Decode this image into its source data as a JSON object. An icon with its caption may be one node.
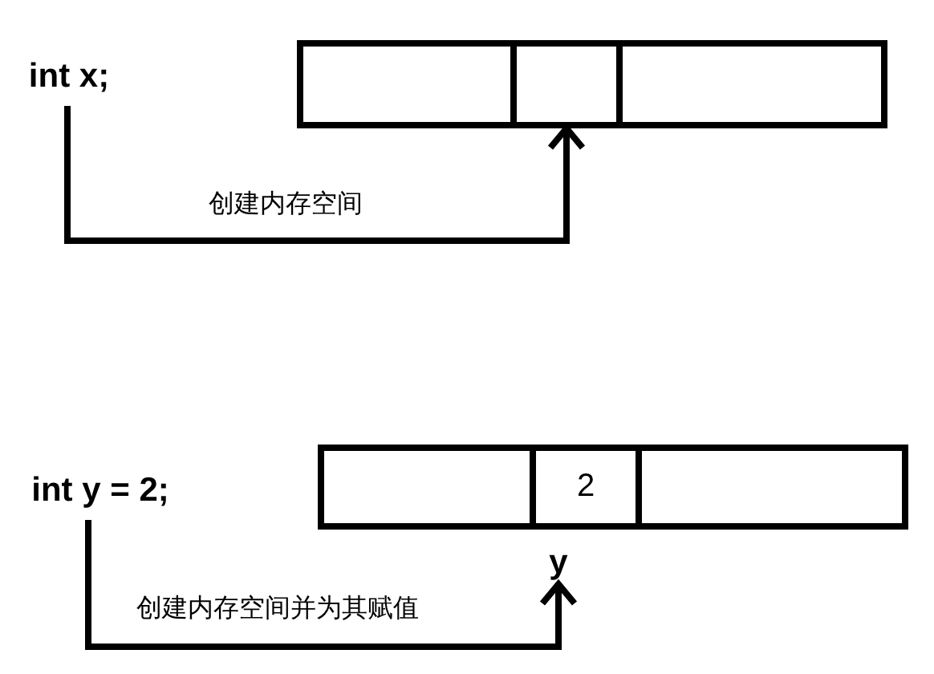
{
  "diagram": {
    "nodes": [
      {
        "text": [
          "int x;"
        ]
      },
      {
        "text": [],
        "shape": "box"
      },
      {
        "text": [],
        "shape": "box",
        "in": 1
      },
      {
        "text": [
          "int y = 2;"
        ]
      },
      {
        "text": [],
        "shape": "box"
      },
      {
        "text": [
          "2"
        ],
        "in": 4
      },
      {
        "text": [
          "y"
        ]
      }
    ],
    "edges": [
      {
        "from": 0,
        "to": 2,
        "arrow": "to",
        "label": "创建内存空间"
      },
      {
        "from": 3,
        "to": 6,
        "arrow": "to",
        "label": "创建内存空间并为其赋值"
      }
    ]
  }
}
